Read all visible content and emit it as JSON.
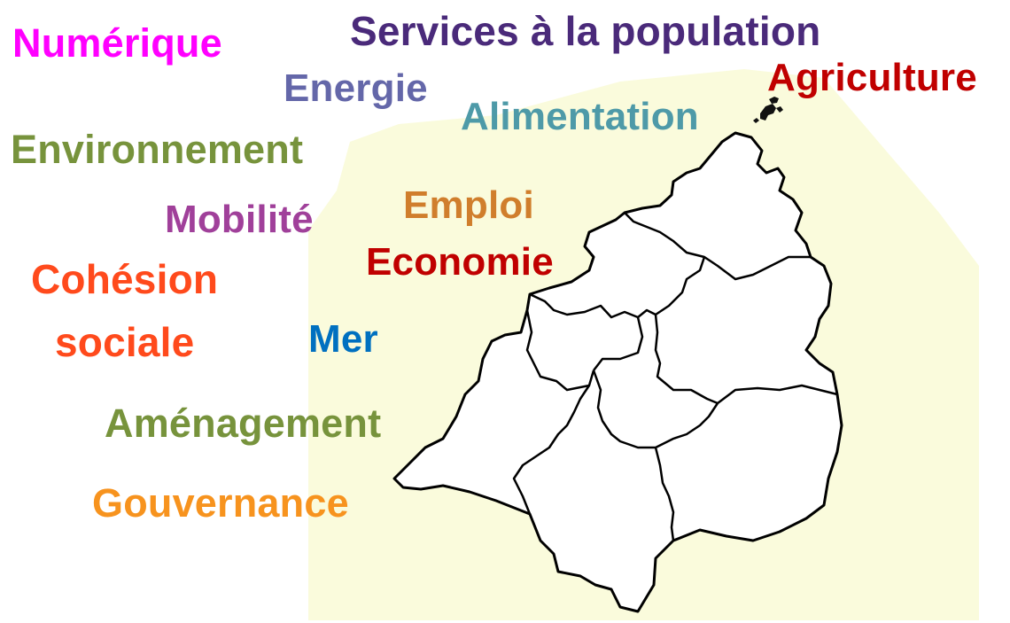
{
  "themes": [
    {
      "id": "numerique",
      "label": "Numérique",
      "color": "#ff00ff"
    },
    {
      "id": "services",
      "label": "Services à la population",
      "color": "#4a2a7a"
    },
    {
      "id": "energie",
      "label": "Energie",
      "color": "#6467a9"
    },
    {
      "id": "agriculture",
      "label": "Agriculture",
      "color": "#c00000"
    },
    {
      "id": "alimentation",
      "label": "Alimentation",
      "color": "#4e9aa8"
    },
    {
      "id": "environnement",
      "label": "Environnement",
      "color": "#77933c"
    },
    {
      "id": "emploi",
      "label": "Emploi",
      "color": "#d07e2c"
    },
    {
      "id": "mobilite",
      "label": "Mobilité",
      "color": "#a0409a"
    },
    {
      "id": "economie",
      "label": "Economie",
      "color": "#c00000"
    },
    {
      "id": "cohesion1",
      "label": "Cohésion",
      "color": "#ff4a1c"
    },
    {
      "id": "cohesion2",
      "label": "sociale",
      "color": "#ff4a1c"
    },
    {
      "id": "mer",
      "label": "Mer",
      "color": "#0070c0"
    },
    {
      "id": "amenagement",
      "label": "Aménagement",
      "color": "#77933c"
    },
    {
      "id": "gouvernance",
      "label": "Gouvernance",
      "color": "#f7931e"
    }
  ],
  "map": {
    "background_color": "#fafbdc",
    "territory_fill": "#ffffff",
    "border_color": "#000000"
  }
}
